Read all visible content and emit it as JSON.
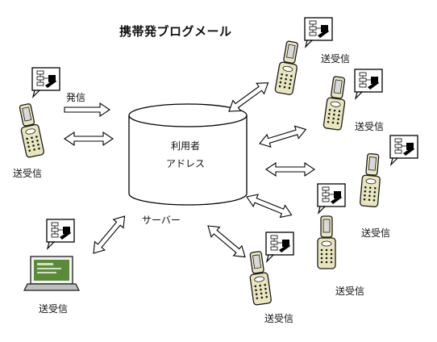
{
  "title": "携帯発ブログメール",
  "server": {
    "line1": "利用者",
    "line2": "アドレス",
    "caption": "サーバー"
  },
  "labels": {
    "send": "発信",
    "send_receive": "送受信"
  },
  "colors": {
    "phone_body": "#e9e6bf",
    "phone_outline": "#1a1a1a",
    "screen": "#d9d9d9",
    "laptop_screen": "#5c8a3a"
  }
}
